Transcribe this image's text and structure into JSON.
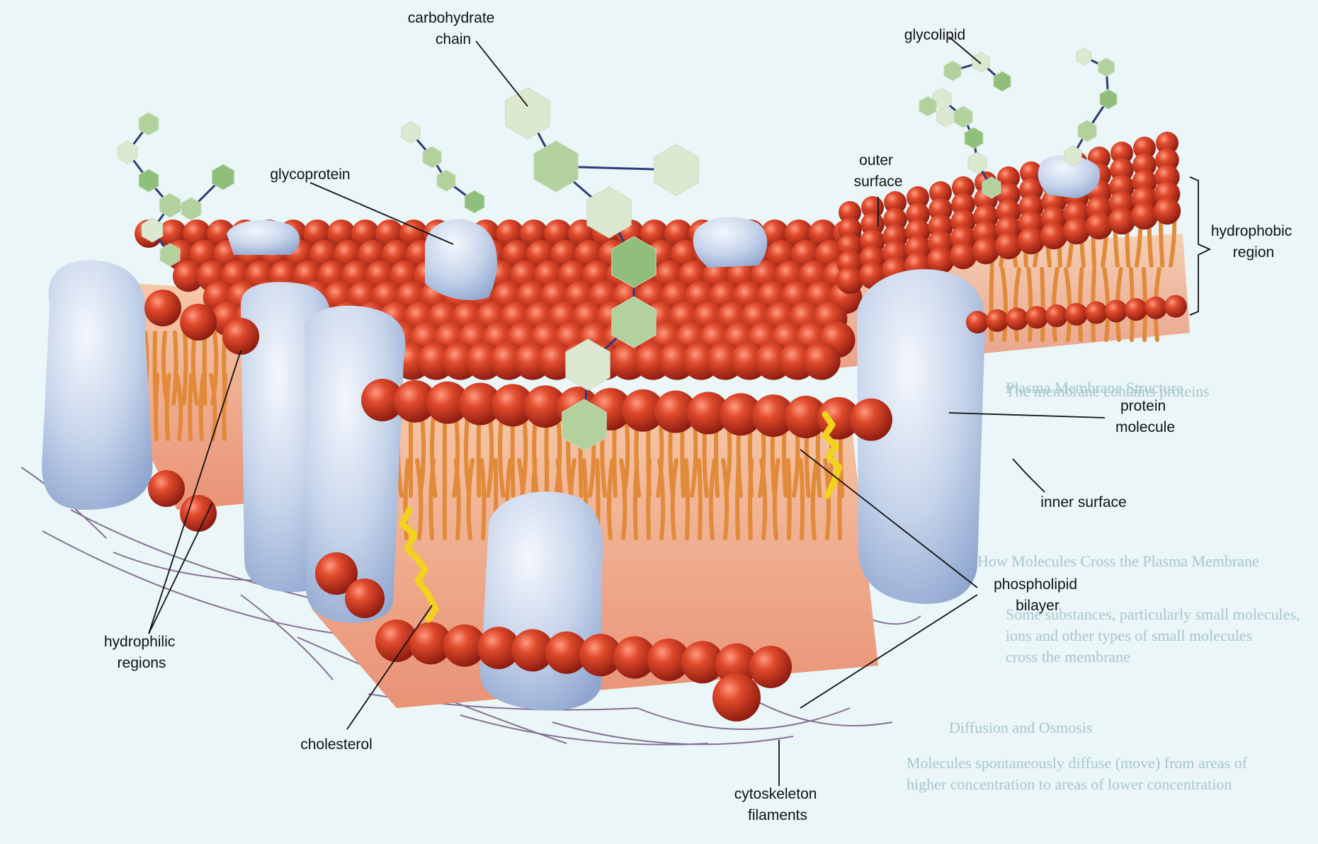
{
  "labels": {
    "carbohydrate_chain": [
      "carbohydrate",
      "chain"
    ],
    "glycolipid": "glycolipid",
    "glycoprotein": "glycoprotein",
    "outer_surface": [
      "outer",
      "surface"
    ],
    "hydrophobic_region": [
      "hydrophobic",
      "region"
    ],
    "protein_molecule": [
      "protein",
      "molecule"
    ],
    "inner_surface": "inner surface",
    "phospholipid_bilayer": [
      "phospholipid",
      "bilayer"
    ],
    "hydrophilic_regions": [
      "hydrophilic",
      "regions"
    ],
    "cholesterol": "cholesterol",
    "cytoskeleton_filaments": [
      "cytoskeleton",
      "filaments"
    ]
  },
  "background_text": {
    "lines": [
      "Diffusion and Osmosis",
      "Molecules spontaneously diffuse (move) from areas of",
      "higher concentration to areas of lower concentration",
      "Some substances, particularly small molecules,",
      "How Molecules Cross the Plasma Membrane",
      "ions and other types of small molecules",
      "cross the membrane",
      "The membrane contains proteins",
      "Plasma Membrane Structure"
    ]
  },
  "colors": {
    "phospholipid_head": "#c8321e",
    "lipid_tail": "#e08a3a",
    "protein": "#b9cbe6",
    "carbohydrate": "#8fbf7a",
    "cholesterol": "#f2d21c",
    "cytoskeleton": "#6e4f7a",
    "background": "#eaf6f8"
  }
}
